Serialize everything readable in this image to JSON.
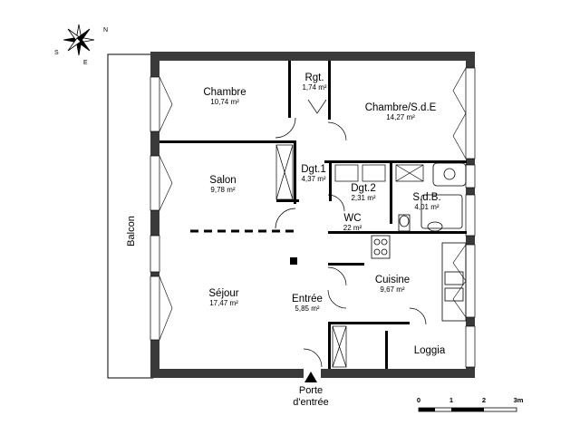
{
  "rooms": [
    {
      "name": "Chambre",
      "area": "10,74 m²"
    },
    {
      "name": "Rgt.",
      "area": "1,74 m²"
    },
    {
      "name": "Chambre/S.d.E",
      "area": "14,27 m²"
    },
    {
      "name": "Salon",
      "area": "9,78 m²"
    },
    {
      "name": "Dgt.1",
      "area": "4,37 m²"
    },
    {
      "name": "Dgt.2",
      "area": "2,31 m²"
    },
    {
      "name": "S.d.B.",
      "area": "4,01 m²"
    },
    {
      "name": "WC",
      "area": "22 m²"
    },
    {
      "name": "Séjour",
      "area": "17,47 m²"
    },
    {
      "name": "Entrée",
      "area": "5,85 m²"
    },
    {
      "name": "Cuisine",
      "area": "9,67 m²"
    },
    {
      "name": "Loggia",
      "area": ""
    }
  ],
  "balcony": "Balcon",
  "entrance": {
    "line1": "Porte",
    "line2": "d'entrée"
  },
  "scale": {
    "ticks": [
      "0",
      "1",
      "2",
      "3m"
    ]
  },
  "compass": {
    "n": "N",
    "s": "S",
    "e": "E"
  },
  "colors": {
    "wall": "#3a3a3a",
    "line": "#000000"
  }
}
